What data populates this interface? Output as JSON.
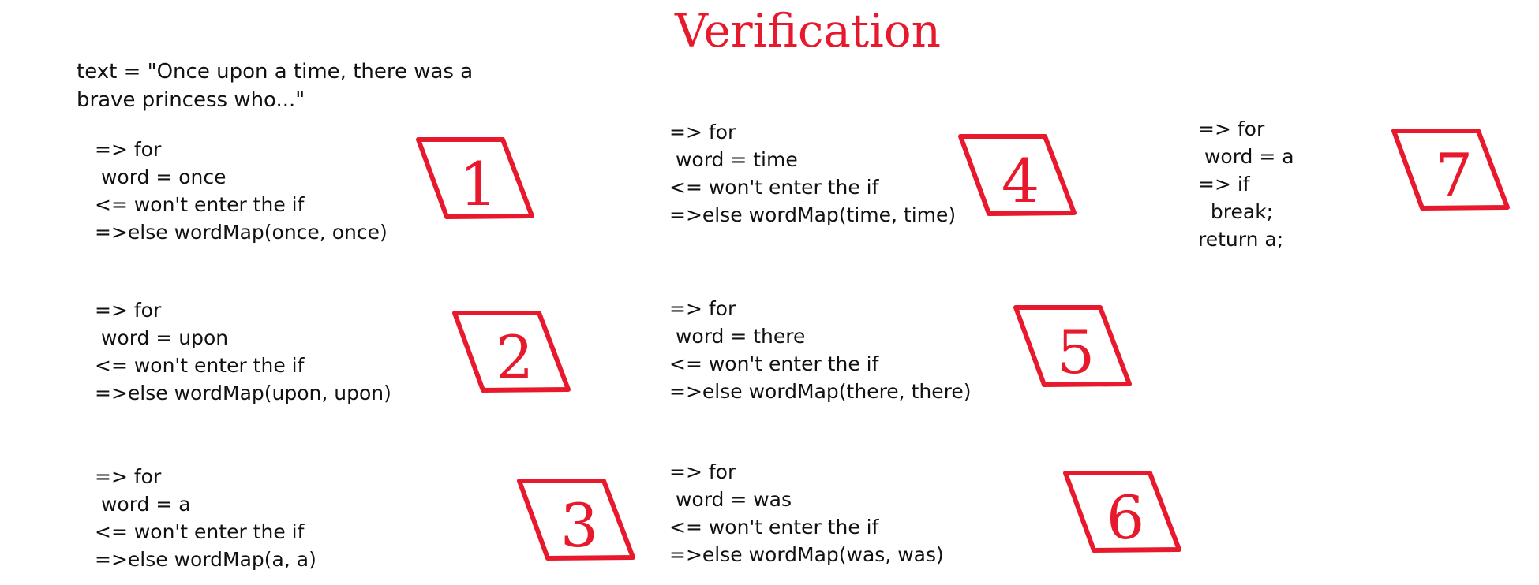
{
  "title": "Verification",
  "intro": {
    "line1": "text = \"Once upon a time, there was a",
    "line2": "brave princess who...\""
  },
  "accent_color": "#e8192c",
  "text_color": "#111111",
  "steps": [
    {
      "number": "1",
      "lines": [
        "=> for",
        " word = once",
        "<= won't enter the if",
        "=>else wordMap(once, once)"
      ]
    },
    {
      "number": "2",
      "lines": [
        "=> for",
        " word = upon",
        "<= won't enter the if",
        "=>else wordMap(upon, upon)"
      ]
    },
    {
      "number": "3",
      "lines": [
        "=> for",
        " word = a",
        "<= won't enter the if",
        "=>else wordMap(a, a)"
      ]
    },
    {
      "number": "4",
      "lines": [
        "=> for",
        " word = time",
        "<= won't enter the if",
        "=>else wordMap(time, time)"
      ]
    },
    {
      "number": "5",
      "lines": [
        "=> for",
        " word = there",
        "<= won't enter the if",
        "=>else wordMap(there, there)"
      ]
    },
    {
      "number": "6",
      "lines": [
        "=> for",
        " word = was",
        "<= won't enter the if",
        "=>else wordMap(was, was)"
      ]
    },
    {
      "number": "7",
      "lines": [
        "=> for",
        " word = a",
        "=> if",
        "  break;",
        "return a;"
      ]
    }
  ]
}
